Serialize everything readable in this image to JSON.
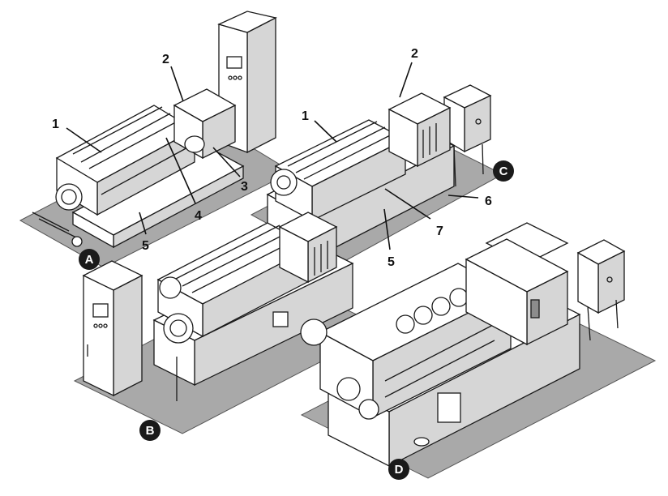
{
  "callouts": {
    "a1": "1",
    "a2": "2",
    "a3": "3",
    "a4": "4",
    "a5": "5",
    "c1": "1",
    "c2": "2",
    "c5": "5",
    "c6": "6",
    "c7": "7"
  },
  "badges": {
    "a": "A",
    "b": "B",
    "c": "C",
    "d": "D"
  },
  "colors": {
    "floor": "#a9a9a9",
    "badge": "#1a1a1a",
    "line": "#1a1a1a"
  }
}
